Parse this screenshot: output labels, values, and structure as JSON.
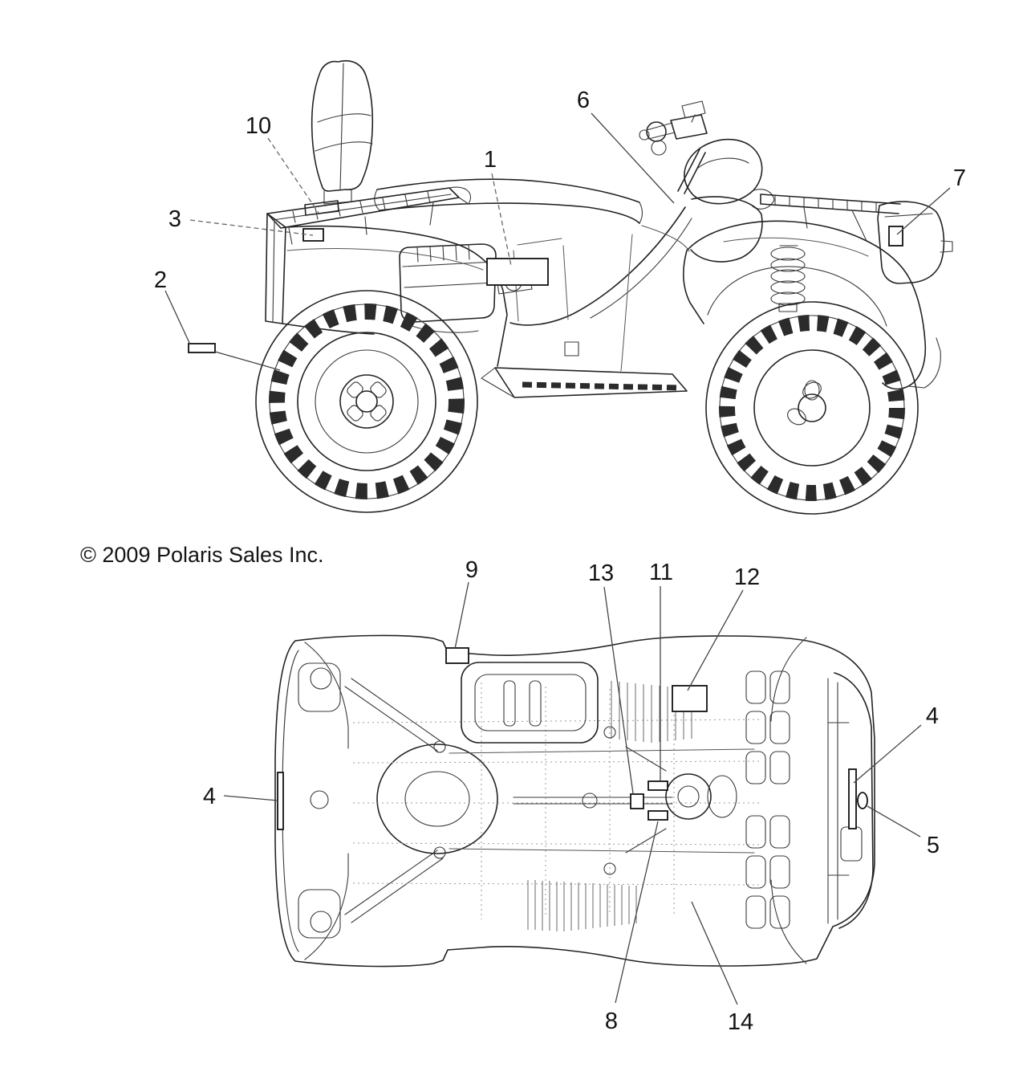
{
  "page": {
    "background": "#ffffff"
  },
  "copyright": "© 2009 Polaris Sales Inc.",
  "colors": {
    "line": "#232323",
    "detail": "#555555",
    "grid": "#9a9a9a",
    "label": "#141414",
    "decal_fill": "#ffffff"
  },
  "callouts": {
    "c1": {
      "label": "1"
    },
    "c2": {
      "label": "2"
    },
    "c3": {
      "label": "3"
    },
    "c4_left": {
      "label": "4"
    },
    "c4_right": {
      "label": "4"
    },
    "c5": {
      "label": "5"
    },
    "c6": {
      "label": "6"
    },
    "c7": {
      "label": "7"
    },
    "c8": {
      "label": "8"
    },
    "c9": {
      "label": "9"
    },
    "c10": {
      "label": "10"
    },
    "c11": {
      "label": "11"
    },
    "c12": {
      "label": "12"
    },
    "c13": {
      "label": "13"
    },
    "c14": {
      "label": "14"
    }
  }
}
